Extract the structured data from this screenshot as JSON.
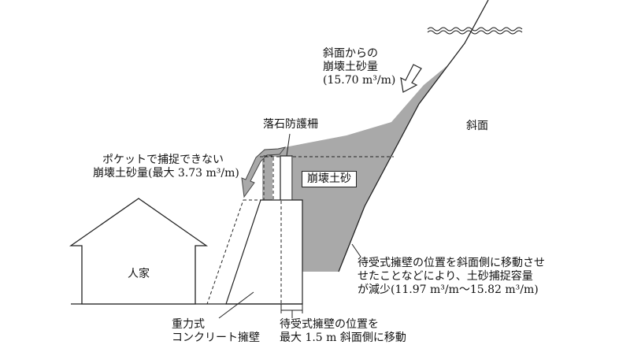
{
  "labels": {
    "slope_collapse_volume": [
      "斜面からの",
      "崩壊土砂量",
      "(15.70 m³/m)"
    ],
    "slope": "斜面",
    "rockfall_fence": "落石防護柵",
    "pocket_uncaptured": [
      "ポケットで捕捉できない",
      "崩壊土砂量(最大 3.73 m³/m)"
    ],
    "collapsed_soil": "崩壊土砂",
    "house": "人家",
    "wall_move_effect": [
      "待受式擁壁の位置を斜面側に移動させ",
      "せたことなどにより、土砂捕捉容量",
      "が減少(11.97 m³/m～15.82 m³/m)"
    ],
    "gravity_wall": [
      "重力式",
      "コンクリート擁壁"
    ],
    "wall_position_shift": [
      "待受式擁壁の位置を",
      "最大 1.5 m 斜面側に移動"
    ]
  },
  "colors": {
    "soil_fill": "#a9a9a9",
    "line": "#222222",
    "background": "#ffffff"
  }
}
